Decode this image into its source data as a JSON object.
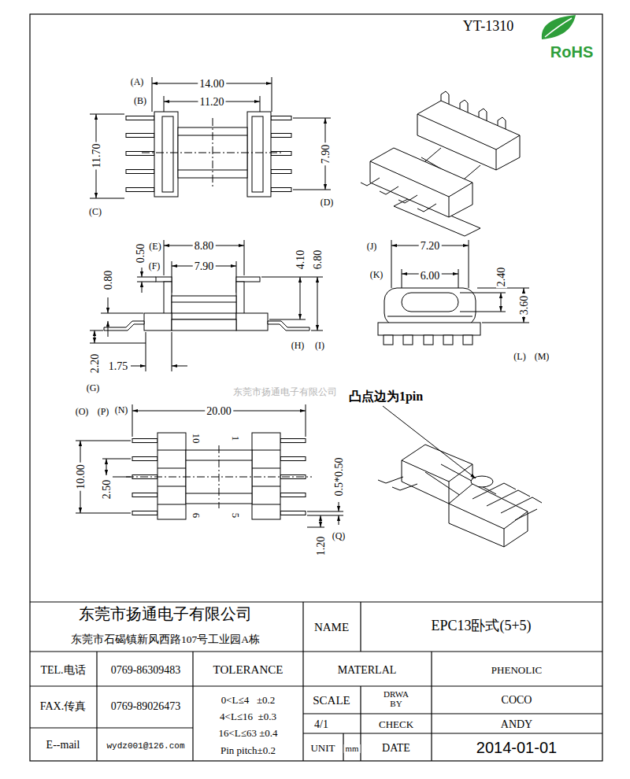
{
  "diagram": {
    "title": "YT-1310",
    "labels": [
      "RoHS",
      "(A)",
      "14.00",
      "(B)",
      "11.20",
      "11.70",
      "(C)",
      "7.90",
      "(D)",
      "0.50",
      "(E)",
      "8.80",
      "(F)",
      "7.90",
      "4.10",
      "6.80",
      "0.80",
      "(H)",
      "(I)",
      "2.20",
      "(G)",
      "1.75",
      "(J)",
      "7.20",
      "(K)",
      "6.00",
      "2.40",
      "3.60",
      "(L)",
      "(M)",
      "东莞市扬通电子有限公司",
      "凸点边为1pin",
      "(O)",
      "(P)",
      "(N)",
      "20.00",
      "10",
      "1",
      "6",
      "5",
      "10.00",
      "2.50",
      "0.5*0.50",
      "(Q)",
      "1.20",
      "东莞市扬通电子有限公司",
      "东莞市石碣镇新风西路107号工业园A栋",
      "NAME",
      "EPC13卧式(5+5)",
      "TEL.电话",
      "0769-86309483",
      "TOLERANCE",
      "MATERLAL",
      "PHENOLIC",
      "FAX.传真",
      "0769-89026473",
      "0<L≤4   ±0.2",
      "4<L≤16  ±0.3",
      "16<L≤63 ±0.4",
      "Pin pitch±0.2",
      "SCALE",
      "DRWA BY",
      "COCO",
      "4/1",
      "CHECK",
      "ANDY",
      "E--mail",
      "wydz001@126.com",
      "UNIT",
      "mm",
      "DATE",
      "2014-01-01"
    ]
  }
}
